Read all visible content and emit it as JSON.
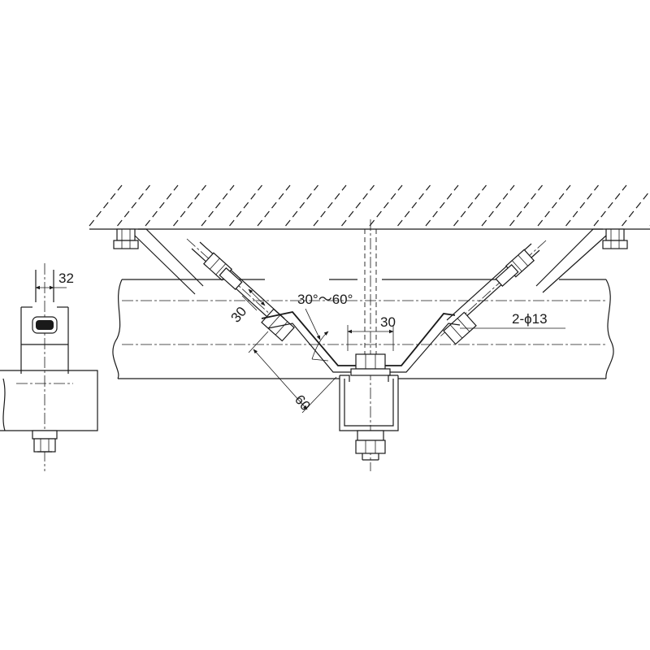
{
  "labels": {
    "rod_spacing": "32",
    "brace_offset": "30",
    "angle_range": "30°〜60°",
    "center_spacing": "30",
    "hole_spec": "2-ϕ13",
    "brace_length": "60"
  }
}
